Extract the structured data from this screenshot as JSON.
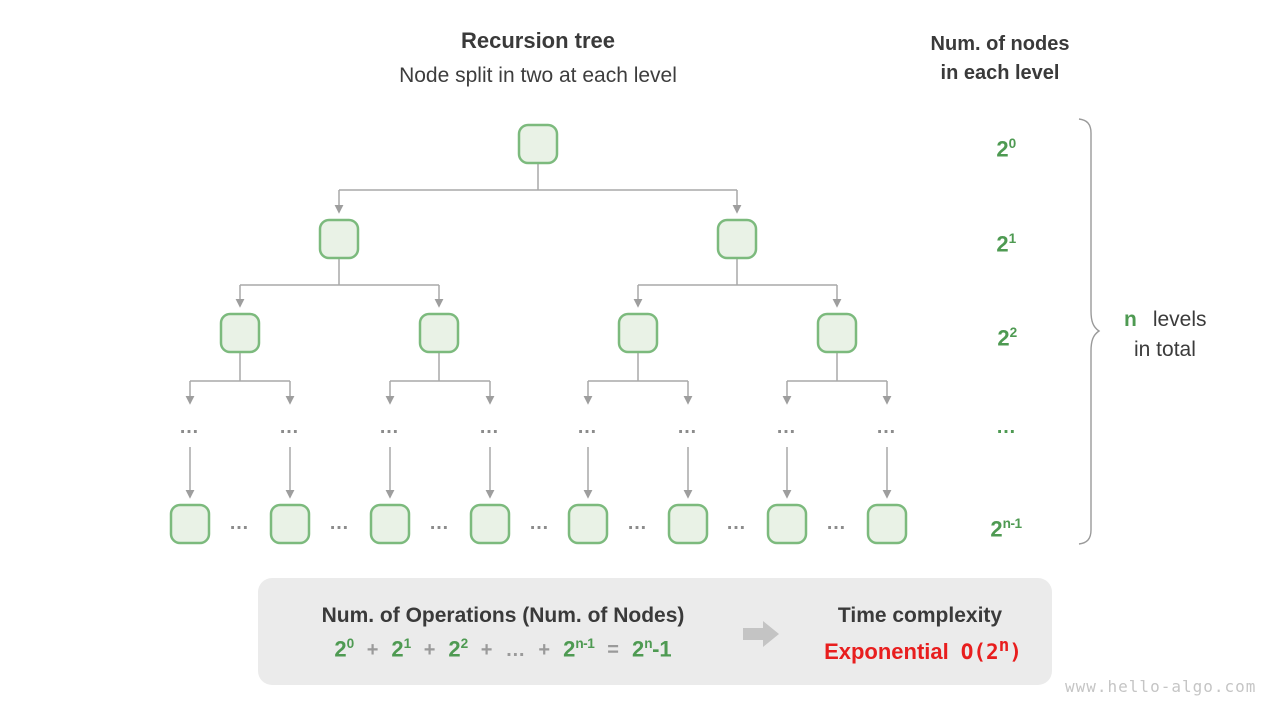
{
  "header": {
    "title": "Recursion tree",
    "subtitle": "Node split in two at each level"
  },
  "right_header": {
    "line1": "Num. of nodes",
    "line2": "in each level"
  },
  "level_labels": [
    {
      "base": "2",
      "sup": "0"
    },
    {
      "base": "2",
      "sup": "1"
    },
    {
      "base": "2",
      "sup": "2"
    },
    {
      "dots": "…"
    },
    {
      "base": "2",
      "sup": "n-1"
    }
  ],
  "tree": {
    "ellipsis": "…"
  },
  "brace_note": {
    "n": "n",
    "levels": "levels",
    "line2": "in total"
  },
  "summary_box": {
    "operations_title": "Num. of Operations (Num. of Nodes)",
    "formula": {
      "term1": {
        "base": "2",
        "sup": "0"
      },
      "plus": "+",
      "term2": {
        "base": "2",
        "sup": "1"
      },
      "term3": {
        "base": "2",
        "sup": "2"
      },
      "dots": "…",
      "term4": {
        "base": "2",
        "sup": "n-1"
      },
      "equals": "=",
      "result": {
        "base": "2",
        "sup": "n",
        "tail": "-1"
      }
    },
    "time_title": "Time complexity",
    "complexity": {
      "label": "Exponential",
      "value_pre": "O(2",
      "value_sup": "n",
      "value_post": ")"
    }
  },
  "watermark": "www.hello-algo.com",
  "colors": {
    "green": "#4e9a52",
    "node_border": "#7cba7d",
    "node_fill": "#e9f2e6",
    "red": "#e81e1e",
    "line_gray": "#a8a8a8",
    "box_bg": "#ebebeb"
  }
}
